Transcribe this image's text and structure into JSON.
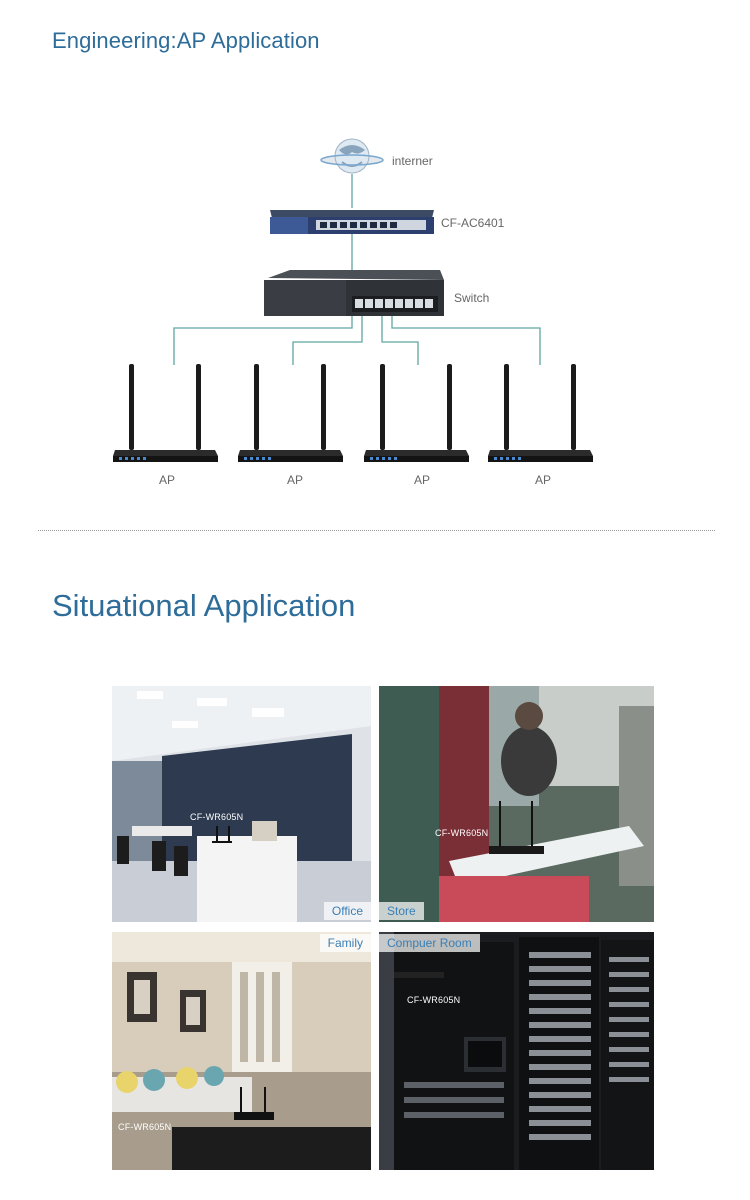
{
  "engineering": {
    "title": "Engineering:AP Application",
    "labels": {
      "internet": "interner",
      "controller": "CF-AC6401",
      "switch": "Switch",
      "ap": "AP"
    }
  },
  "situational": {
    "title": "Situational Application",
    "tiles": {
      "office": {
        "tag": "Office",
        "model": "CF-WR605N"
      },
      "store": {
        "tag": "Store",
        "model": "CF-WR605N"
      },
      "family": {
        "tag": "Family",
        "model": "CF-WR605N"
      },
      "computer_room": {
        "tag": "Compuer Room",
        "model": "CF-WR605N"
      }
    }
  },
  "colors": {
    "heading": "#2e6c9a",
    "line": "#5fa8a0",
    "tag_text": "#3a7fb5"
  }
}
